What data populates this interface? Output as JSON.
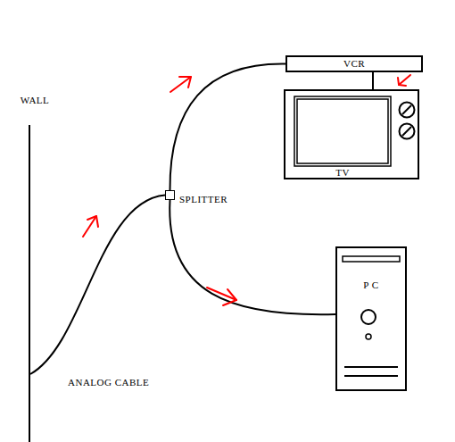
{
  "diagram": {
    "nodes": [
      {
        "text": [
          "WALL"
        ]
      },
      {
        "text": [
          "SPLITTER"
        ]
      },
      {
        "text": [
          "VCR"
        ]
      },
      {
        "text": [
          "TV"
        ]
      },
      {
        "text": [
          "P C"
        ]
      }
    ],
    "edges": [
      {
        "from": 0,
        "to": 1,
        "label": "ANALOG CABLE",
        "arrow": "none"
      },
      {
        "from": 1,
        "to": 2,
        "arrow": "none"
      },
      {
        "from": 1,
        "to": 4,
        "arrow": "none"
      },
      {
        "from": 2,
        "to": 3,
        "arrow": "none"
      }
    ]
  }
}
